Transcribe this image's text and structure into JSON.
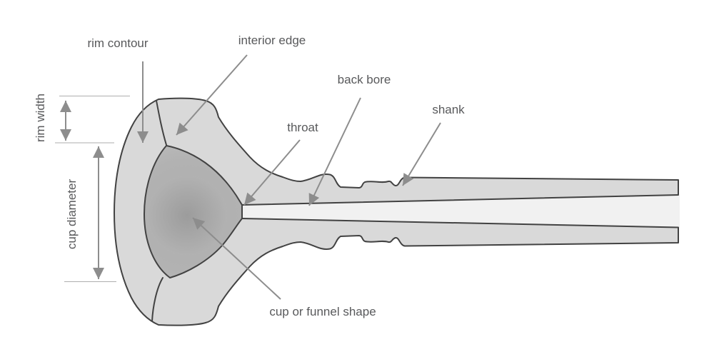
{
  "diagram": {
    "subject": "mouthpiece cross-section",
    "labels": {
      "rim_contour": "rim contour",
      "interior_edge": "interior edge",
      "back_bore": "back bore",
      "shank": "shank",
      "throat": "throat",
      "cup_or_funnel_shape": "cup or funnel shape",
      "rim_width": "rim width",
      "cup_diameter": "cup diameter"
    },
    "colors": {
      "body_fill": "#d9d9d9",
      "cup_fill_center": "#9c9c9c",
      "cup_fill_edge": "#b8b8b8",
      "bore_fill": "#f1f1f1",
      "outline": "#424242",
      "arrow": "#8d8d8d",
      "dimension_line": "#aeaeae",
      "label_text": "#58595b",
      "page_bg": "#ffffff"
    }
  }
}
